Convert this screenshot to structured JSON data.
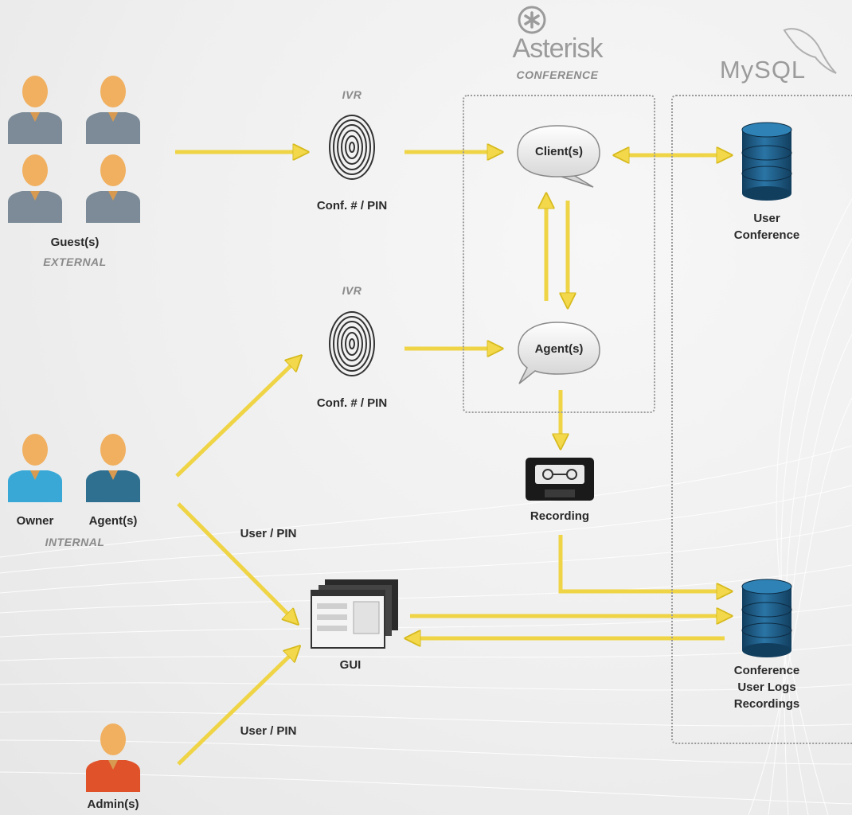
{
  "brands": {
    "asterisk_name": "Asterisk",
    "asterisk_sub": "CONFERENCE",
    "mysql_name": "MySQL"
  },
  "ivr_top": {
    "title": "IVR",
    "label": "Conf. # / PIN"
  },
  "ivr_mid": {
    "title": "IVR",
    "label": "Conf. # / PIN"
  },
  "guests": {
    "label": "Guest(s)",
    "sub": "EXTERNAL"
  },
  "internal": {
    "owner_label": "Owner",
    "agents_label": "Agent(s)",
    "sub": "INTERNAL"
  },
  "admin": {
    "label": "Admin(s)"
  },
  "bubbles": {
    "client": "Client(s)",
    "agent": "Agent(s)"
  },
  "recording": {
    "label": "Recording"
  },
  "gui": {
    "label": "GUI"
  },
  "edges": {
    "owner_gui": "User / PIN",
    "admin_gui": "User / PIN"
  },
  "db_top": {
    "label_line1": "User",
    "label_line2": "Conference"
  },
  "db_bottom": {
    "label_line1": "Conference",
    "label_line2": "User Logs",
    "label_line3": "Recordings"
  },
  "colors": {
    "arrow": "#f2d84a",
    "arrow_edge": "#d6b91c",
    "guest_shirt": "#7c8b97",
    "owner_shirt": "#39a8d6",
    "agent_shirt": "#2f6f8f",
    "admin_shirt": "#e0522a",
    "skin": "#f0b060",
    "db": "#1f5c86"
  },
  "icons": {
    "fingerprint": "fingerprint-icon",
    "bubble": "speech-bubble-icon",
    "cassette": "cassette-icon",
    "windows": "gui-windows-icon",
    "database": "database-icon",
    "person": "person-icon",
    "asterisk": "asterisk-logo-icon",
    "dolphin": "mysql-dolphin-icon"
  }
}
